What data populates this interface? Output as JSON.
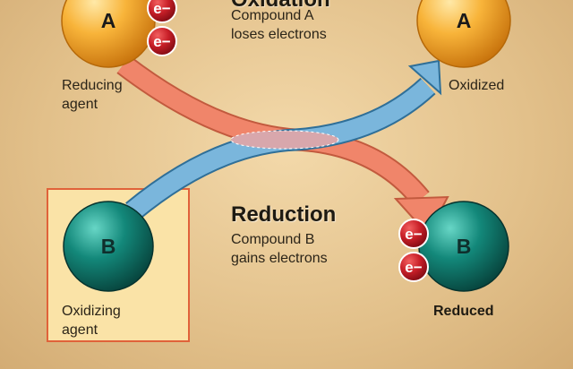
{
  "colors": {
    "background": "#e2c08a",
    "compound_a": "#f5a21e",
    "compound_b": "#0f8a7c",
    "electron": "#c8202b",
    "oxidation_arrow": "#f0856a",
    "reduction_arrow": "#7ab6dc",
    "box_fill": "#fae3a7",
    "box_border": "#e0623a"
  },
  "oxidation": {
    "heading": "Oxidation",
    "description": "Compound A\nloses electrons"
  },
  "reduction": {
    "heading": "Reduction",
    "description": "Compound B\ngains electrons"
  },
  "left_a": {
    "letter": "A",
    "caption": "Reducing\nagent"
  },
  "right_a": {
    "letter": "A",
    "caption": "Oxidized"
  },
  "left_b": {
    "letter": "B",
    "caption": "Oxidizing\nagent"
  },
  "right_b": {
    "letter": "B",
    "caption": "Reduced"
  },
  "electron_label": "e−",
  "icons": [
    "electron-icon",
    "oxidation-arrow",
    "reduction-arrow"
  ]
}
